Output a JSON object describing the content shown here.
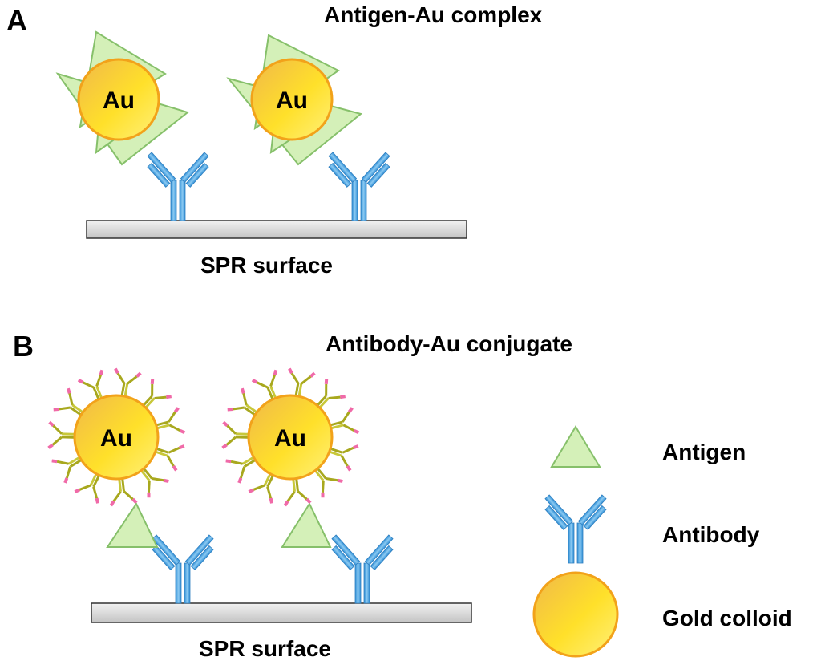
{
  "panel_a": {
    "letter": "A",
    "title": "Antigen-Au complex",
    "surface_label": "SPR surface",
    "particle_labels": [
      "Au",
      "Au"
    ]
  },
  "panel_b": {
    "letter": "B",
    "title": "Antibody-Au conjugate",
    "surface_label": "SPR surface",
    "particle_labels": [
      "Au",
      "Au"
    ]
  },
  "legend": {
    "antigen": "Antigen",
    "antibody": "Antibody",
    "gold": "Gold colloid"
  },
  "colors": {
    "antigen_fill": "#d4f0b8",
    "antigen_stroke": "#86c06a",
    "antibody": "#4aa3e0",
    "antibody_light": "#9fd0f2",
    "gold_fill": "#ffd92e",
    "gold_stroke": "#f2a21a",
    "conjugate_antibody": "#a8a81e",
    "conjugate_tip": "#f06aa8",
    "surface_fill": "#d9d9d9",
    "surface_stroke": "#333333"
  }
}
